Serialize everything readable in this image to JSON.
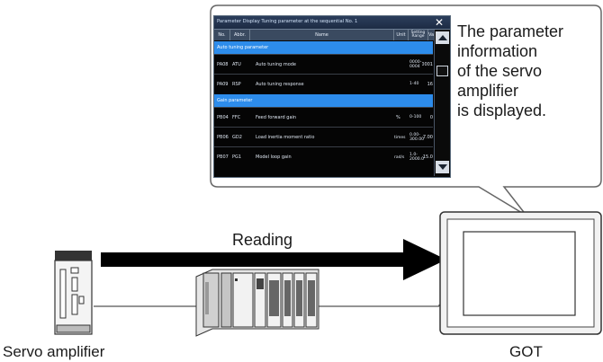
{
  "window": {
    "title": "Parameter Display  Tuning parameter at the sequential No. 1",
    "columns": [
      "No.",
      "Abbr.",
      "Name",
      "Unit",
      "Setting Range",
      "Value"
    ],
    "sections": [
      {
        "label": "Auto tuning parameter",
        "rows": [
          {
            "no": "PA08",
            "abbr": "ATU",
            "name": "Auto tuning mode",
            "unit": "",
            "range": "0000-0004",
            "value": "0001"
          },
          {
            "no": "PA09",
            "abbr": "RSP",
            "name": "Auto tuning response",
            "unit": "",
            "range": "1-40",
            "value": "16"
          }
        ]
      },
      {
        "label": "Gain parameter",
        "rows": [
          {
            "no": "PB04",
            "abbr": "FFC",
            "name": "Feed forward gain",
            "unit": "%",
            "range": "0-100",
            "value": "0"
          },
          {
            "no": "PB06",
            "abbr": "GD2",
            "name": "Load inertia moment ratio",
            "unit": "times",
            "range": "0.00-300.00",
            "value": "7.00"
          },
          {
            "no": "PB07",
            "abbr": "PG1",
            "name": "Model loop gain",
            "unit": "rad/s",
            "range": "1.0-2000.0",
            "value": "15.0"
          }
        ]
      }
    ]
  },
  "note_lines": [
    "The parameter",
    "information",
    "of the servo",
    "amplifier",
    "is displayed."
  ],
  "arrow_label": "Reading",
  "labels": {
    "servo": "Servo amplifier",
    "got": "GOT"
  },
  "colors": {
    "section_bar": "#2d8ceb",
    "window_bg": "#050505",
    "arrow": "#000000"
  }
}
